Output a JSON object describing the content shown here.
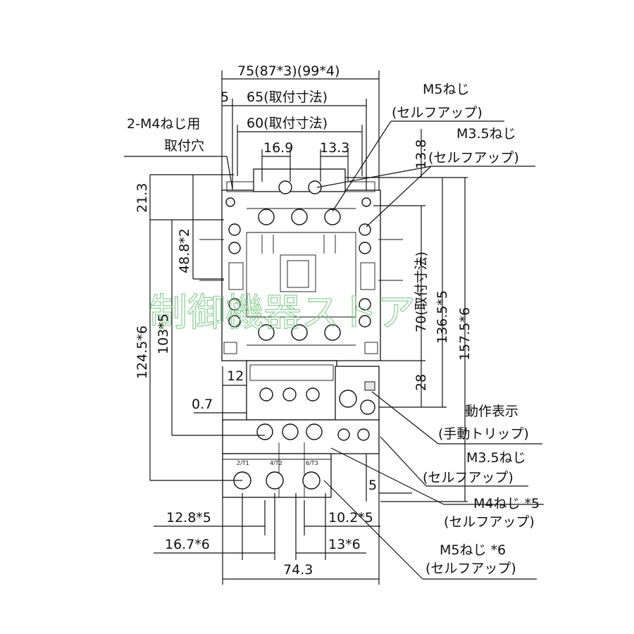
{
  "watermark": "制御機器ストア",
  "dimensions": {
    "overall_width": "75(87*3)(99*4)",
    "mount_65": "65(取付寸法)",
    "mount_60": "60(取付寸法)",
    "d5_top": "5",
    "d16_9": "16.9",
    "d13_3": "13.3",
    "d13_8": "13.8",
    "d21_3": "21.3",
    "d48_8": "48.8*2",
    "d103": "103*5",
    "d124_5": "124.5*6",
    "d70": "70(取付寸法)",
    "d136_5": "136.5*5",
    "d157_5": "157.5*6",
    "d28": "28",
    "d12": "12",
    "d0_7": "0.7",
    "d5_right": "5",
    "d12_8": "12.8*5",
    "d10_2": "10.2*5",
    "d16_7": "16.7*6",
    "d13_6": "13*6",
    "d74_3": "74.3"
  },
  "callouts": {
    "m4_hole_1": "2-M4ねじ用",
    "m4_hole_2": "取付穴",
    "m5_top_1": "M5ねじ",
    "m5_top_2": "(セルフアップ)",
    "m35_top_1": "M3.5ねじ",
    "m35_top_2": "(セルフアップ)",
    "indicator_1": "動作表示",
    "indicator_2": "(手動トリップ)",
    "m35_bottom_1": "M3.5ねじ",
    "m35_bottom_2": "(セルフアップ)",
    "m4_1": "M4ねじ *5",
    "m4_2": "(セルフアップ)",
    "m5_bottom_1": "M5ねじ *6",
    "m5_bottom_2": "(セルフアップ)"
  },
  "terminal_marks": [
    "2/T1",
    "4/T2",
    "6/T3"
  ]
}
